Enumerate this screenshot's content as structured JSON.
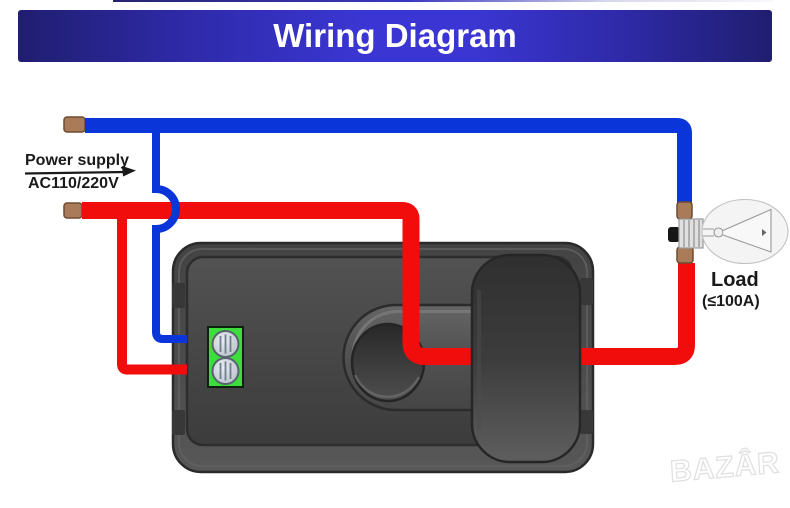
{
  "banner": {
    "title": "Wiring Diagram"
  },
  "source_labels": {
    "power_supply": "Power supply",
    "voltage": "AC110/220V"
  },
  "load_labels": {
    "load": "Load",
    "rating": "(≤100A)"
  },
  "watermark": {
    "text": "BAZÂR"
  },
  "icons": {
    "energy_meter": "energy-meter-device",
    "ct_clamp": "current-transformer-clamp",
    "terminal_block": "green-terminal-block",
    "light_bulb": "light-bulb-load",
    "arrow": "power-supply-arrow"
  },
  "colors": {
    "banner_edge": "#201e70",
    "banner_center": "#3b36d3",
    "wire_blue": "#0a35d9",
    "wire_red": "#f20d0d",
    "wire_tip_brown": "#aa7b58",
    "terminal_green": "#3edd3e",
    "device_gray": "#4a4a4a"
  }
}
